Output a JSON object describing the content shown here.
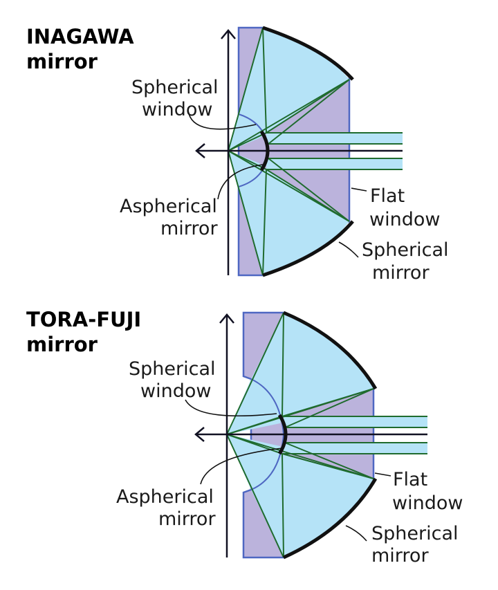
{
  "colors": {
    "purple_fill": "#bbb3dc",
    "purple_stroke": "#4e67c2",
    "cyan_fill": "#b5e3f7",
    "ray": "#1f6b2e",
    "mirror": "#111111",
    "axis": "#111122"
  },
  "diagrams": [
    {
      "title_line1": "INAGAWA",
      "title_line2": "mirror",
      "labels": {
        "spherical_window": [
          "Spherical",
          "window"
        ],
        "aspherical_mirror": [
          "Aspherical",
          "mirror"
        ],
        "flat_window": [
          "Flat",
          "window"
        ],
        "spherical_mirror": [
          "Spherical",
          "mirror"
        ]
      }
    },
    {
      "title_line1": "TORA-FUJI",
      "title_line2": "mirror",
      "labels": {
        "spherical_window": [
          "Spherical",
          "window"
        ],
        "aspherical_mirror": [
          "Aspherical",
          "mirror"
        ],
        "flat_window": [
          "Flat",
          "window"
        ],
        "spherical_mirror": [
          "Spherical",
          "mirror"
        ]
      }
    }
  ]
}
